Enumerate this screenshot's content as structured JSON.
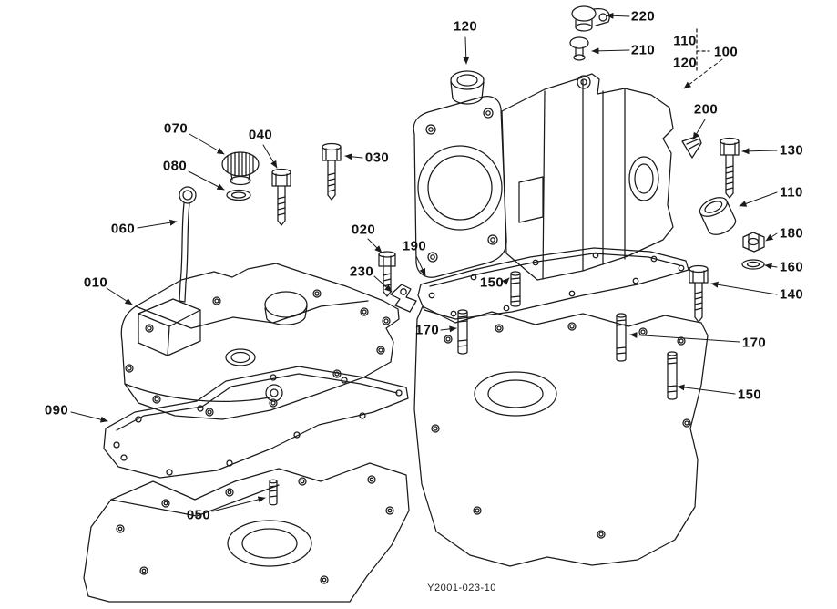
{
  "diagram": {
    "drawing_code": "Y2001-023-10",
    "colors": {
      "background": "#ffffff",
      "line": "#1a1a1a",
      "label": "#121212"
    },
    "callouts": [
      {
        "label": "120"
      },
      {
        "label": "220"
      },
      {
        "label": "210"
      },
      {
        "label": "110"
      },
      {
        "label": "120"
      },
      {
        "label": "100"
      },
      {
        "label": "200"
      },
      {
        "label": "130"
      },
      {
        "label": "110"
      },
      {
        "label": "180"
      },
      {
        "label": "160"
      },
      {
        "label": "140"
      },
      {
        "label": "170"
      },
      {
        "label": "150"
      },
      {
        "label": "070"
      },
      {
        "label": "040"
      },
      {
        "label": "030"
      },
      {
        "label": "080"
      },
      {
        "label": "060"
      },
      {
        "label": "020"
      },
      {
        "label": "230"
      },
      {
        "label": "190"
      },
      {
        "label": "150"
      },
      {
        "label": "170"
      },
      {
        "label": "010"
      },
      {
        "label": "090"
      },
      {
        "label": "050"
      }
    ]
  }
}
